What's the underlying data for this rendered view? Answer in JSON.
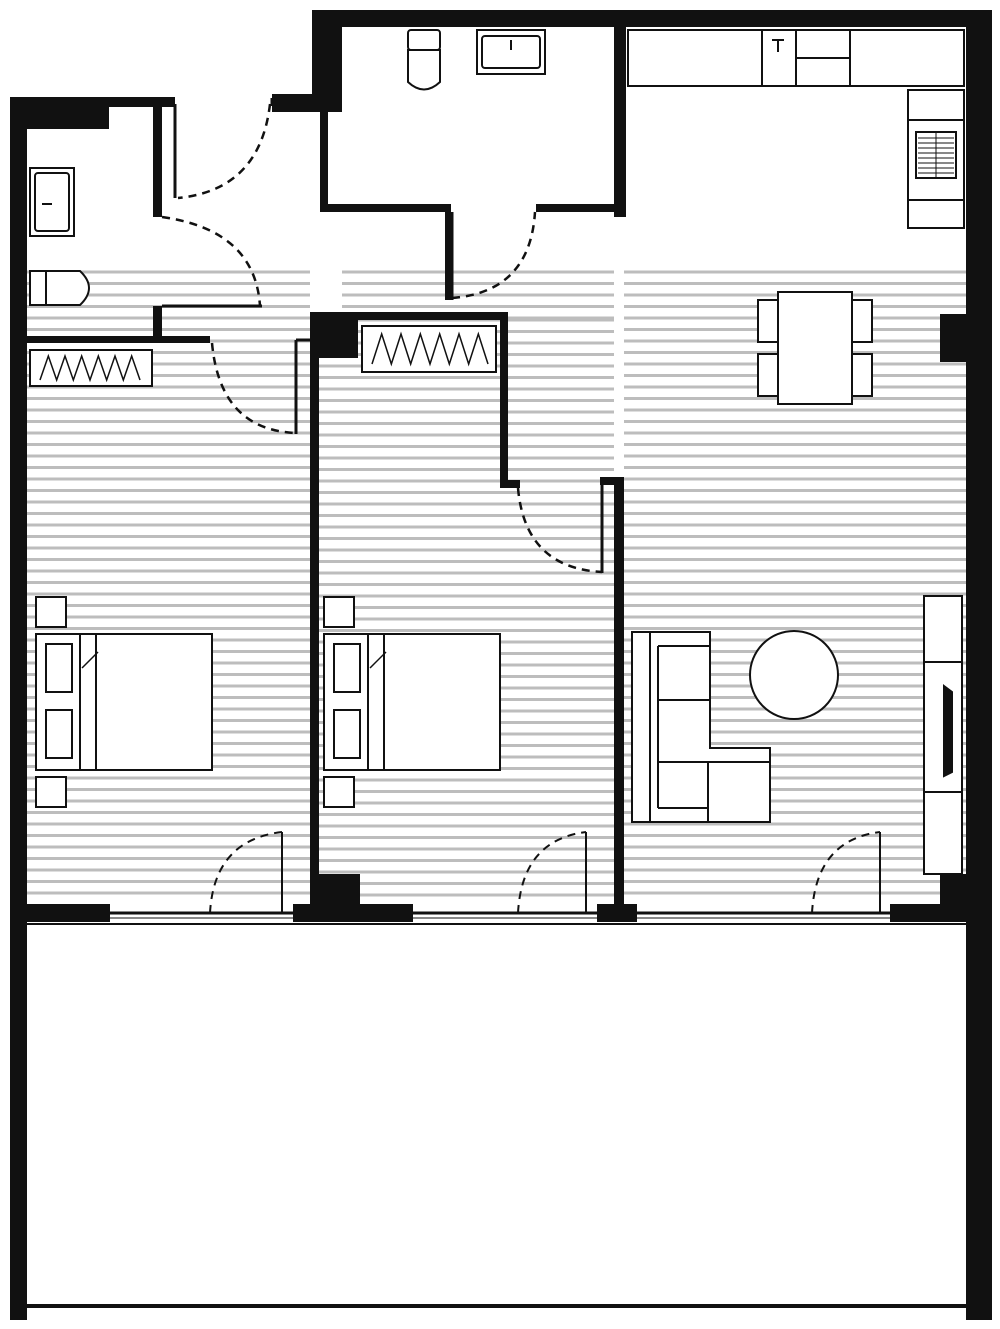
{
  "plan": {
    "colors": {
      "wall": "#111111",
      "line": "#111111",
      "floor_stripe": "#bdbdbd",
      "background": "#ffffff"
    },
    "rooms": [
      {
        "name": "bedroom-1"
      },
      {
        "name": "bedroom-2"
      },
      {
        "name": "living-kitchen"
      },
      {
        "name": "bathroom"
      },
      {
        "name": "ensuite"
      },
      {
        "name": "hallway"
      },
      {
        "name": "balcony"
      }
    ],
    "icons": [
      "toilet-icon",
      "sink-icon",
      "kitchen-counter-icon",
      "stove-icon",
      "dining-table-icon",
      "chair-icon",
      "wardrobe-icon",
      "bed-icon",
      "nightstand-icon",
      "sofa-icon",
      "coffee-table-icon",
      "tv-unit-icon",
      "door-swing-icon",
      "sliding-door-icon"
    ]
  }
}
